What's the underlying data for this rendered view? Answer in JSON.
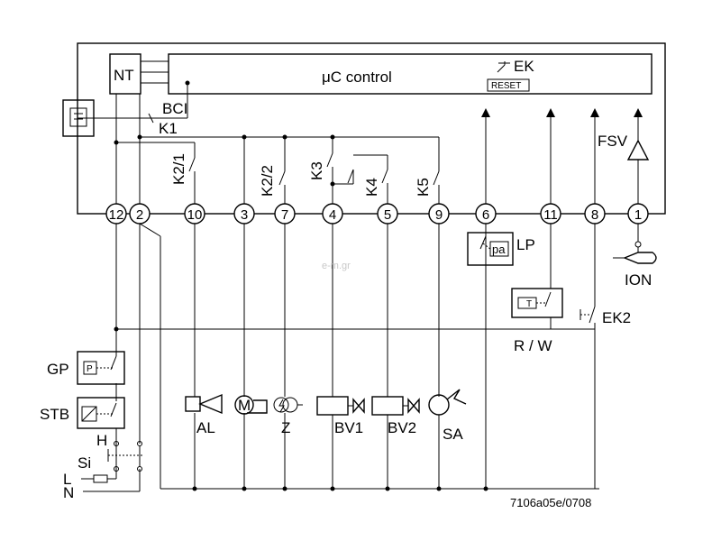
{
  "diagram": {
    "controller": {
      "label": "μC control",
      "power_unit": "NT",
      "bci": "BCI",
      "ek": "EK",
      "reset": "RESET",
      "fsv": "FSV"
    },
    "terminals": [
      {
        "id": "12"
      },
      {
        "id": "2"
      },
      {
        "id": "10"
      },
      {
        "id": "3"
      },
      {
        "id": "7"
      },
      {
        "id": "4"
      },
      {
        "id": "5"
      },
      {
        "id": "9"
      },
      {
        "id": "6"
      },
      {
        "id": "11"
      },
      {
        "id": "8"
      },
      {
        "id": "1"
      }
    ],
    "contacts": {
      "k1": "K1",
      "k2_1": "K2/1",
      "k2_2": "K2/2",
      "k3": "K3",
      "k4": "K4",
      "k5": "K5"
    },
    "devices": {
      "al": "AL",
      "m": "M",
      "z": "Z",
      "bv1": "BV1",
      "bv2": "BV2",
      "sa": "SA",
      "lp": "LP",
      "pa": "pa",
      "rw": "R / W",
      "ek2": "EK2",
      "ion": "ION",
      "gp": "GP",
      "stb": "STB",
      "h": "H",
      "si": "Si",
      "l": "L",
      "n": "N",
      "p": "P",
      "t": "T"
    },
    "drawing_code": "7106a05e/0708",
    "watermark": "e-m.gr"
  }
}
